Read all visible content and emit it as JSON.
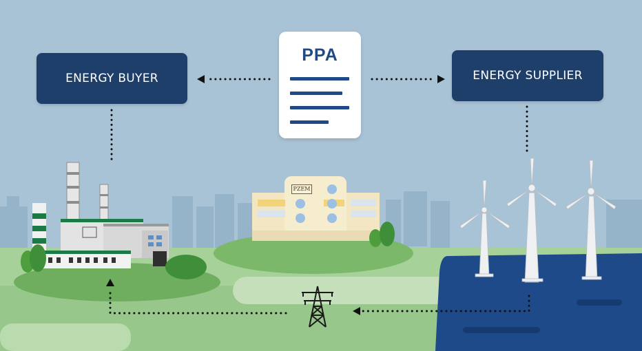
{
  "diagram": {
    "buyer_label": "ENERGY BUYER",
    "supplier_label": "ENERGY SUPPLIER",
    "contract_label": "PPA",
    "office_logo": "PZEM"
  },
  "colors": {
    "sky": "#a9c3d6",
    "box_navy": "#1f3f6b",
    "document_accent": "#1f4a87",
    "sea": "#1e4a8a",
    "grass": "#a6d29a"
  },
  "icons": [
    "factory-icon",
    "office-building-icon",
    "wind-turbine-icon",
    "power-pylon-icon",
    "document-icon"
  ]
}
